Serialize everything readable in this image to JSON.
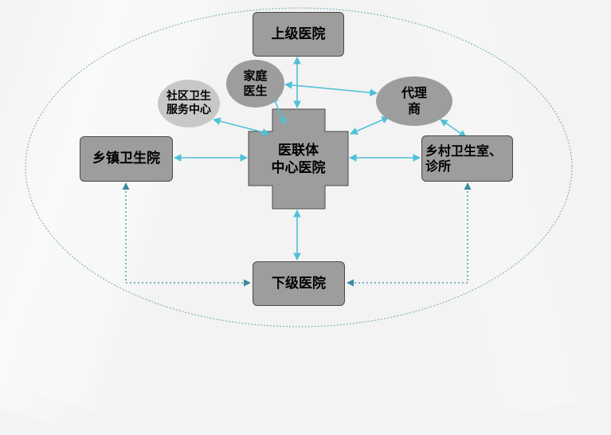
{
  "nodes": {
    "upper_hospital": "上级医院",
    "family_doctor_line1": "家庭",
    "family_doctor_line2": "医生",
    "community_center_line1": "社区卫生",
    "community_center_line2": "服务中心",
    "agent_line1": "代理",
    "agent_line2": "商",
    "township_hospital": "乡镇卫生院",
    "central_hospital_line1": "医联体",
    "central_hospital_line2": "中心医院",
    "village_clinic_line1": "乡村卫生室、",
    "village_clinic_line2": "诊所",
    "lower_hospital": "下级医院"
  },
  "colors": {
    "node_fill": "#9d9d9d",
    "arrow": "#4fc0d8",
    "boundary": "#6fa8b8"
  }
}
